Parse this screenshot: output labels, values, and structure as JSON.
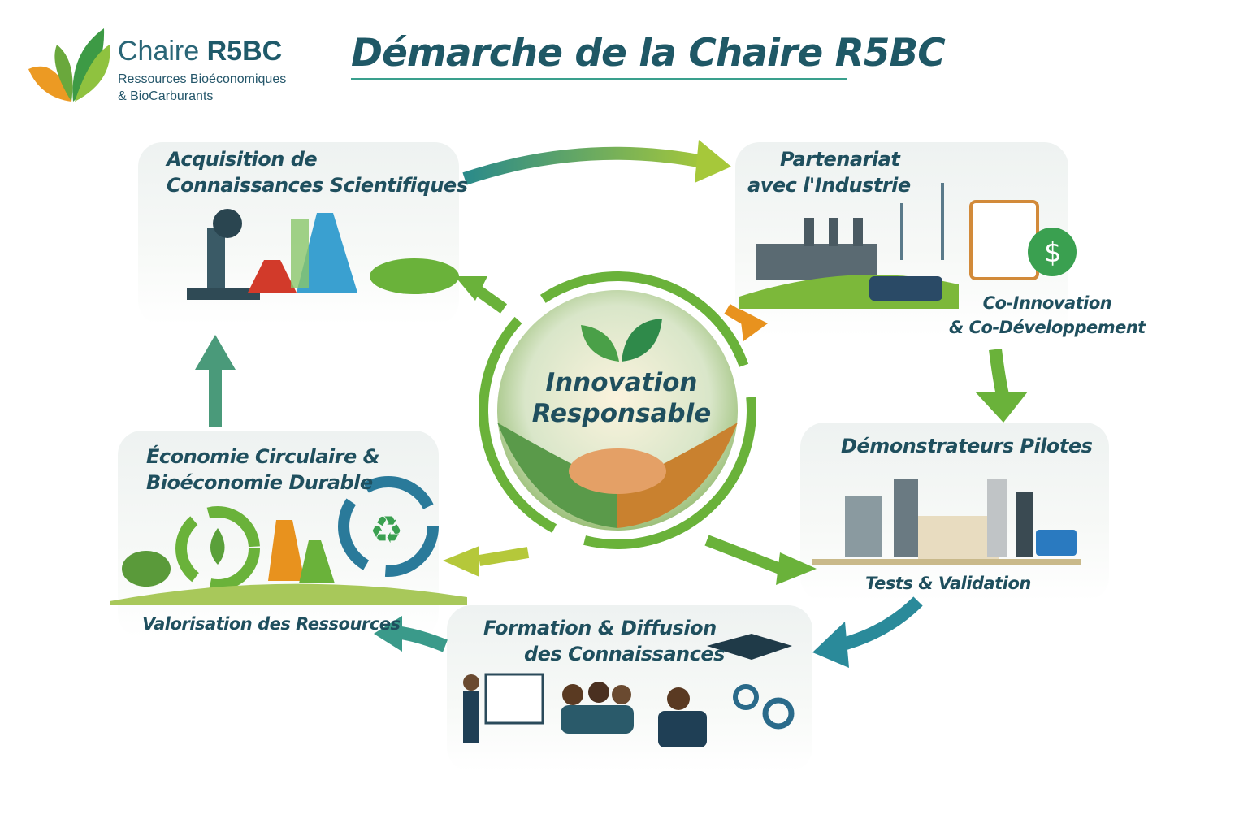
{
  "logo": {
    "name_regular": "Chaire",
    "name_bold": "R5BC",
    "subtitle_line1": "Ressources Bioéconomiques",
    "subtitle_line2": "& BioCarburants"
  },
  "title": "Démarche de la Chaire R5BC",
  "center": {
    "line1": "Innovation",
    "line2": "Responsable"
  },
  "steps": {
    "acquisition": {
      "line1": "Acquisition de",
      "line2": "Connaissances Scientifiques"
    },
    "partenariat": {
      "line1": "Partenariat",
      "line2": "avec l'Industrie",
      "sub1": "Co-Innovation",
      "sub2": "& Co-Développement"
    },
    "demonstrateurs": {
      "title": "Démonstrateurs Pilotes",
      "sub": "Tests & Validation"
    },
    "formation": {
      "line1": "Formation & Diffusion",
      "line2": "des Connaissances"
    },
    "economie": {
      "line1": "Économie Circulaire &",
      "line2": "Bioéconomie Durable",
      "sub": "Valorisation des Ressources"
    }
  },
  "colors": {
    "title": "#1f5866",
    "accent": "#3aa08d",
    "green": "#6bb23a",
    "teal": "#2a8a9a",
    "orange": "#e8921e"
  }
}
